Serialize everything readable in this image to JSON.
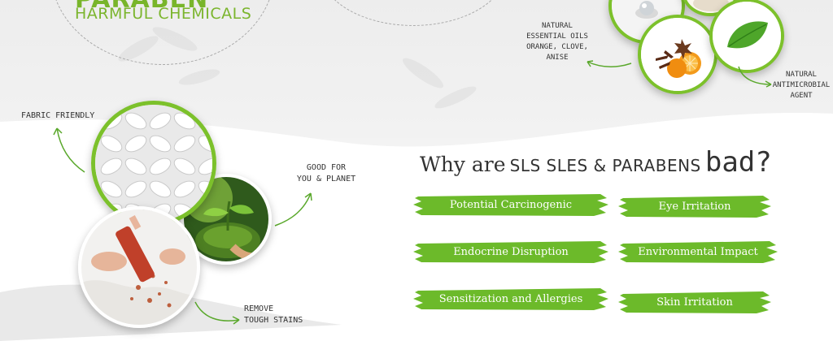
{
  "header": {
    "title_partial": "PARABEN",
    "subtitle": "HARMFUL CHEMICALS"
  },
  "right_annotations": {
    "essential_oils": [
      "NATURAL",
      "ESSENTIAL OILS",
      "ORANGE, CLOVE,",
      "ANISE"
    ],
    "antimicrobial": [
      "NATURAL",
      "ANTIMICROBIAL",
      "AGENT"
    ]
  },
  "left_annotations": {
    "fabric": "FABRIC FRIENDLY",
    "good": [
      "GOOD FOR",
      "YOU & PLANET"
    ],
    "stains": [
      "REMOVE",
      "TOUGH STAINS"
    ]
  },
  "question": {
    "prefix": "Why are",
    "chemicals": "SLS SLES & PARABENS",
    "suffix": "bad?"
  },
  "effects": [
    "Potential Carcinogenic",
    "Eye Irritation",
    "Endocrine Disruption",
    "Environmental Impact",
    "Sensitization and Allergies",
    "Skin Irritation"
  ],
  "colors": {
    "accent_green": "#6cba2a",
    "text_dark": "#333333",
    "dash_gray": "#a9a9a9"
  }
}
